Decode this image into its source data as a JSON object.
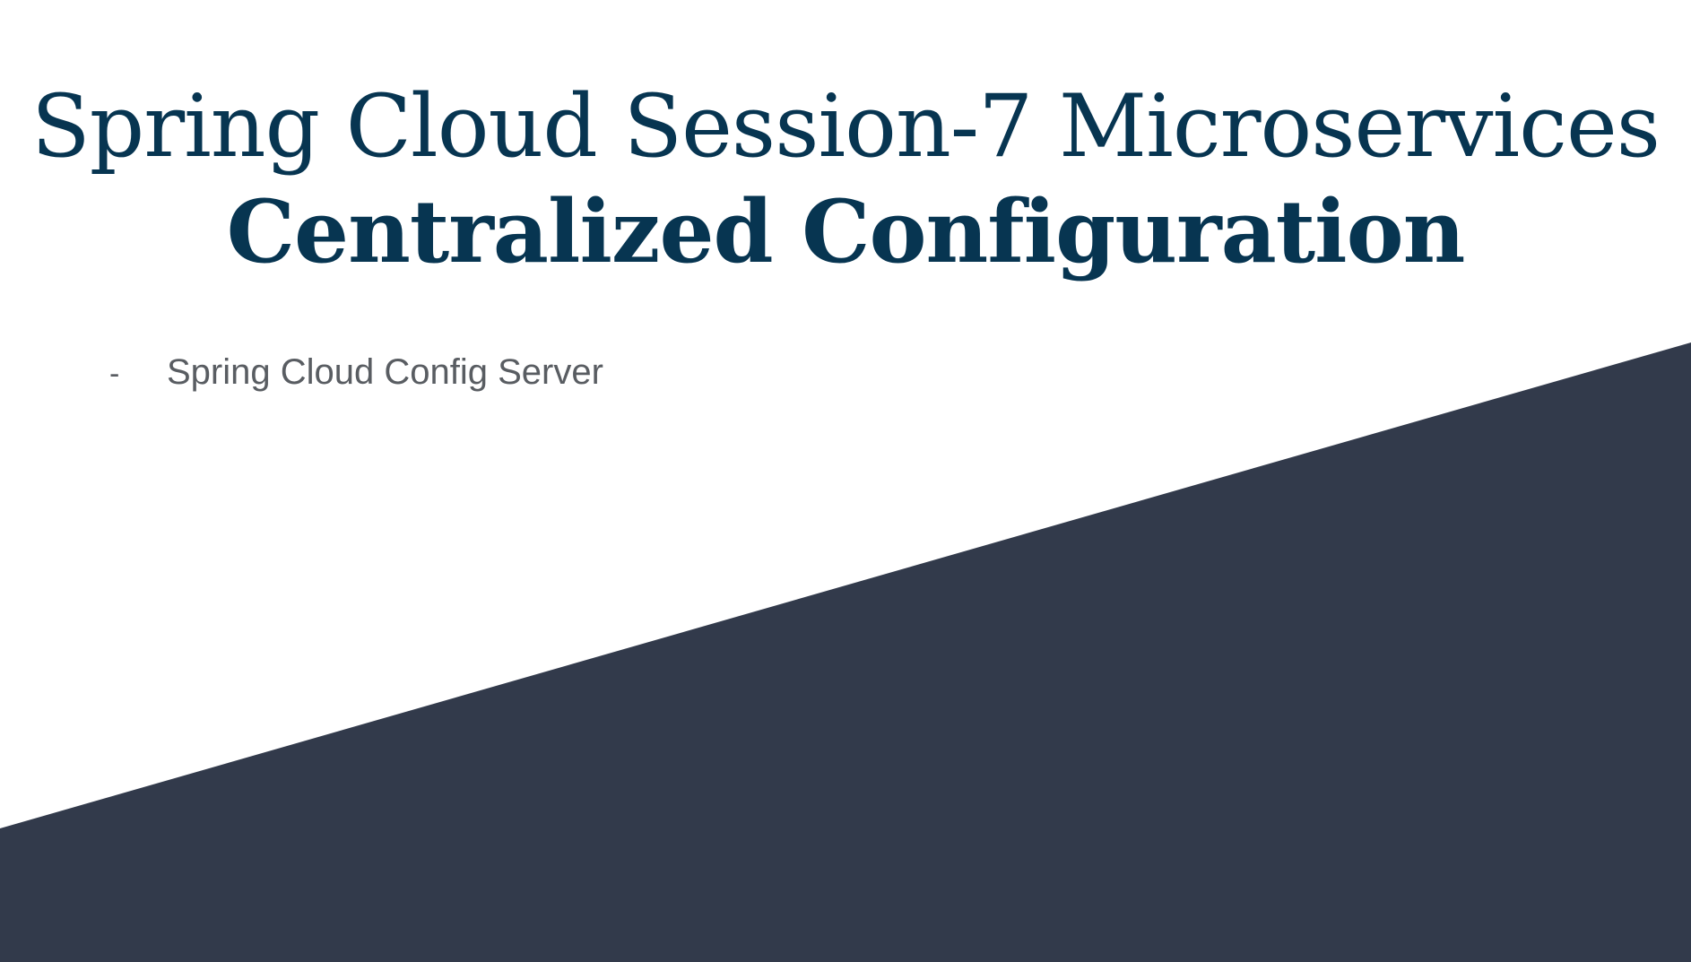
{
  "slide": {
    "title_line1": "Spring Cloud Session-7 Microservices",
    "title_line2": "Centralized Configuration",
    "bullets": [
      {
        "marker": "-",
        "text": "Spring Cloud Config Server"
      }
    ]
  },
  "colors": {
    "title": "#073551",
    "bullet_text": "#595d62",
    "background": "#ffffff",
    "accent_shape": "#323a4b"
  }
}
